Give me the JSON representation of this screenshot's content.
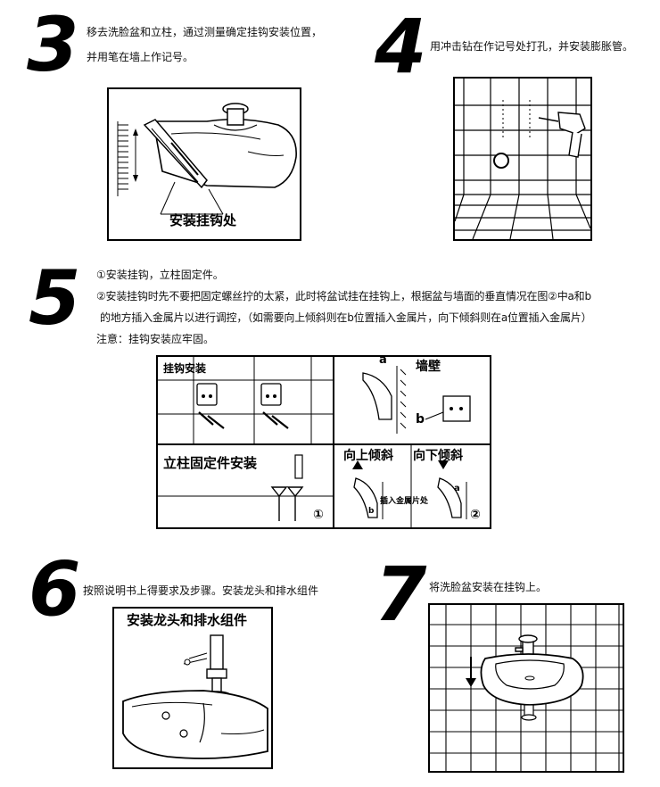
{
  "steps": {
    "s3": {
      "number": "3",
      "line1": "移去洗脸盆和立柱，通过测量确定挂钩安装位置，",
      "line2": "并用笔在墙上作记号。",
      "figure_label": "安装挂钩处"
    },
    "s4": {
      "number": "4",
      "text": "用冲击钻在作记号处打孔，并安装膨胀管。"
    },
    "s5": {
      "number": "5",
      "line1": "①安装挂钩，立柱固定件。",
      "line2": "②安装挂钩时先不要把固定螺丝拧的太紧，此时将盆试挂在挂钩上，根据盆与墙面的垂直情况在图②中a和b",
      "line3": "的地方插入金属片以进行调控，（如需要向上倾斜则在b位置插入金属片，向下倾斜则在a位置插入金属片）",
      "line4": "注意：挂钩安装应牢固。",
      "panel_hook": "挂钩安装",
      "panel_column": "立柱固定件安装",
      "circle1": "①",
      "label_a": "a",
      "label_wall": "墙壁",
      "label_b": "b",
      "tilt_up": "向上倾斜",
      "tilt_down": "向下倾斜",
      "insert_label": "插入金属片处",
      "small_b": "b",
      "small_a": "a",
      "circle2": "②"
    },
    "s6": {
      "number": "6",
      "text": "按照说明书上得要求及步骤。安装龙头和排水组件",
      "figure_label": "安装龙头和排水组件"
    },
    "s7": {
      "number": "7",
      "text": "将洗脸盆安装在挂钩上。"
    }
  }
}
